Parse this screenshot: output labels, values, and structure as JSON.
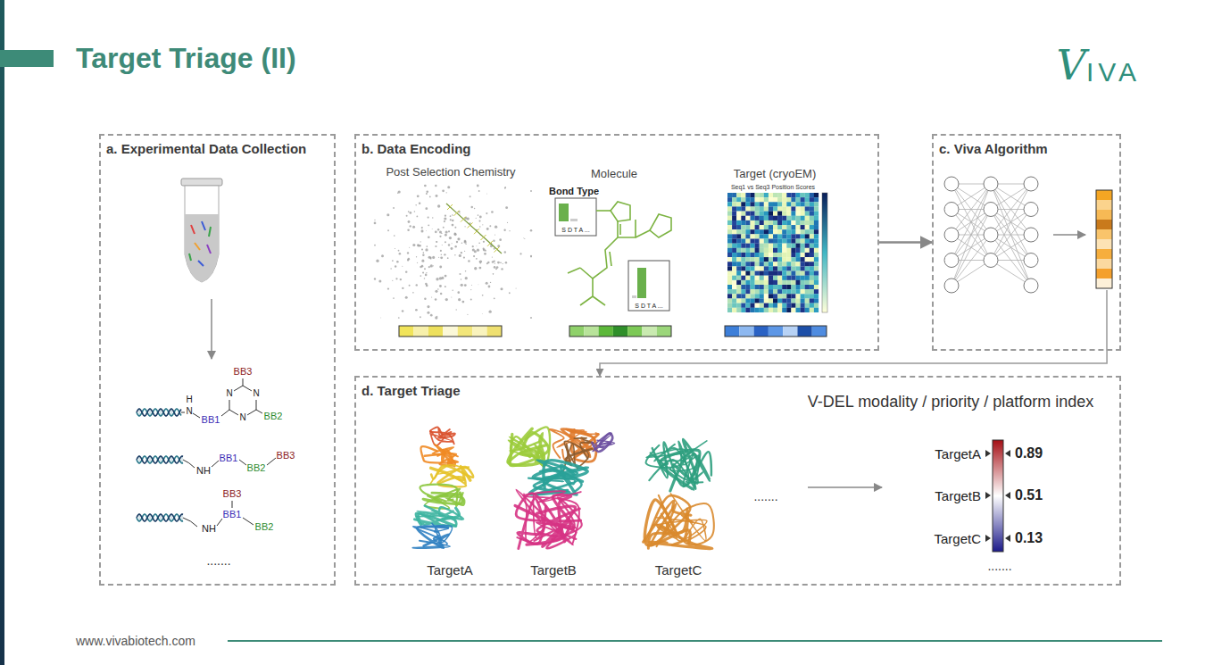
{
  "diagram": {
    "title": "Target Triage (II)",
    "nodes": [
      {
        "text": [
          "a. Experimental Data Collection"
        ]
      },
      {
        "text": [
          "b. Data Encoding"
        ]
      },
      {
        "text": [
          "c. Viva Algorithm"
        ]
      },
      {
        "text": [
          "d. Target Triage"
        ]
      }
    ],
    "edges": [
      {
        "from": 1,
        "to": 2,
        "arrow": "to"
      },
      {
        "from": 2,
        "to": 3,
        "arrow": "to"
      }
    ],
    "labels": [
      "V",
      "IVA",
      "H",
      "N",
      "BB1",
      "N",
      "N",
      "N",
      "BB3",
      "BB2",
      "NH",
      "BB1",
      "BB2",
      "BB3",
      "BB3",
      "NH",
      "BB1",
      "BB2",
      ".......",
      "Post Selection Chemistry",
      "Molecule",
      "Target (cryoEM)",
      "Bond Type",
      "S D T A ...",
      "S D T A ...",
      "Seq1 vs Seq3 Position Scores",
      "V-DEL modality / priority / platform index",
      "TargetA",
      "TargetB",
      "TargetC",
      ".......",
      "TargetA",
      "0.89",
      "TargetB",
      "0.51",
      "TargetC",
      "0.13",
      ".......",
      "www.vivabiotech.com"
    ]
  }
}
